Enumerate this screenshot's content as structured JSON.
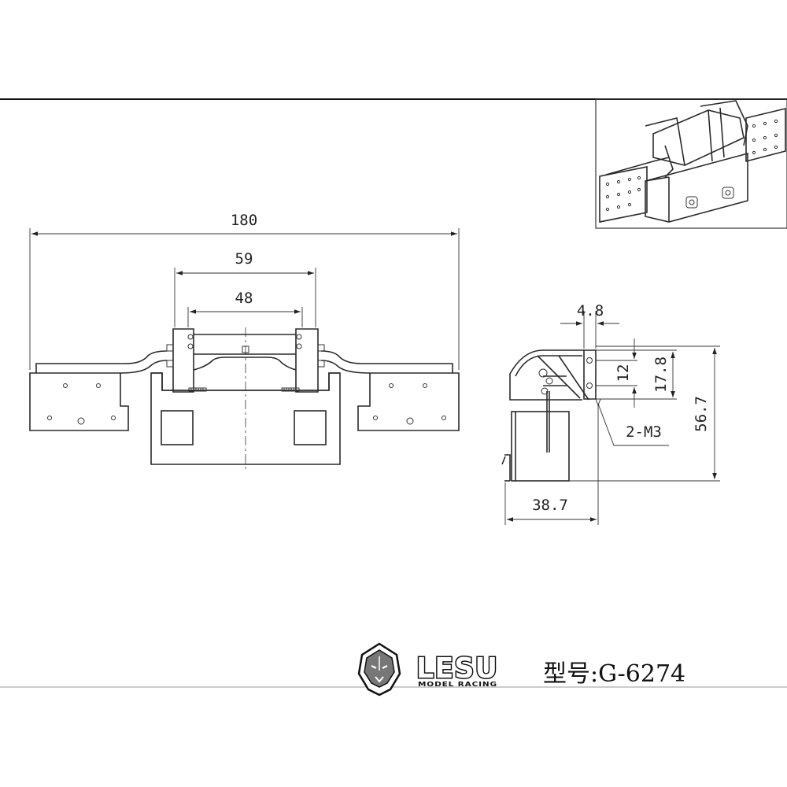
{
  "dimensions": {
    "overall_width": "180",
    "bracket_width": "59",
    "inner_width": "48",
    "top_offset": "4.8",
    "hole_spacing": "12",
    "plate_height": "17.8",
    "overall_height": "56.7",
    "side_depth": "38.7",
    "screw_note": "2-M3"
  },
  "title_block": {
    "brand_name": "LESU",
    "brand_tagline": "MODEL RACING",
    "model_label": "型号:G-6274"
  },
  "icons": {
    "logo": "lion-head-icon"
  },
  "colors": {
    "line": "#2a2a2a",
    "background": "#ffffff"
  }
}
